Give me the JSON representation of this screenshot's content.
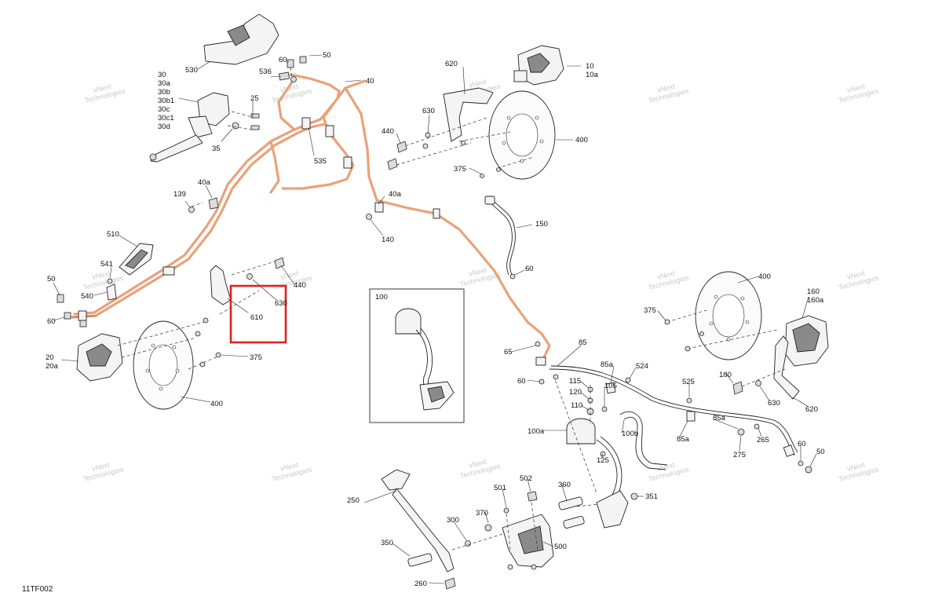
{
  "diagram_code": "11TF002",
  "watermark": {
    "line1": "vNext",
    "line2": "Technologies",
    "color": "#c9c9c9"
  },
  "highlight": {
    "color": "#e02020",
    "label": "610"
  },
  "colors": {
    "brake_line": "#e9a27a",
    "outline": "#222222",
    "background": "#ffffff"
  },
  "callouts": {
    "c530": "530",
    "c30": "30",
    "c30a": "30a",
    "c30b": "30b",
    "c30b1": "30b1",
    "c30c": "30c",
    "c30c1": "30c1",
    "c30d": "30d",
    "c25": "25",
    "c35": "35",
    "c60_top": "60",
    "c50_top": "50",
    "c536": "536",
    "c40": "40",
    "c535": "535",
    "c620_top": "620",
    "c10": "10",
    "c10a": "10a",
    "c630_top": "630",
    "c440_top": "440",
    "c400_top": "400",
    "c375_top": "375",
    "c139": "139",
    "c40a_left": "40a",
    "c40a_mid": "40a",
    "c140": "140",
    "c510": "510",
    "c541": "541",
    "c50_left": "50",
    "c540": "540",
    "c60_left": "60",
    "c440_mid": "440",
    "c630_mid": "630",
    "c610": "610",
    "c20": "20",
    "c20a": "20a",
    "c375_left": "375",
    "c400_left": "400",
    "c100": "100",
    "c150": "150",
    "c60_mid": "60",
    "c65": "65",
    "c85": "85",
    "c85a_top": "85a",
    "c524": "524",
    "c60_low": "60",
    "c115": "115",
    "c120": "120",
    "c105": "105",
    "c110": "110",
    "c525": "525",
    "c100a": "100a",
    "c100b": "100b",
    "c125": "125",
    "c85a_mid": "85a",
    "c85a_right": "85a",
    "c265": "265",
    "c275": "275",
    "c60_right": "60",
    "c50_right": "50",
    "c400_right": "400",
    "c375_right": "375",
    "c160": "160",
    "c160a": "160a",
    "c180": "180",
    "c630_right": "630",
    "c620_right": "620",
    "c250": "250",
    "c350": "350",
    "c300": "300",
    "c370": "370",
    "c501": "501",
    "c502": "502",
    "c360": "360",
    "c500": "500",
    "c351": "351",
    "c260": "260"
  }
}
